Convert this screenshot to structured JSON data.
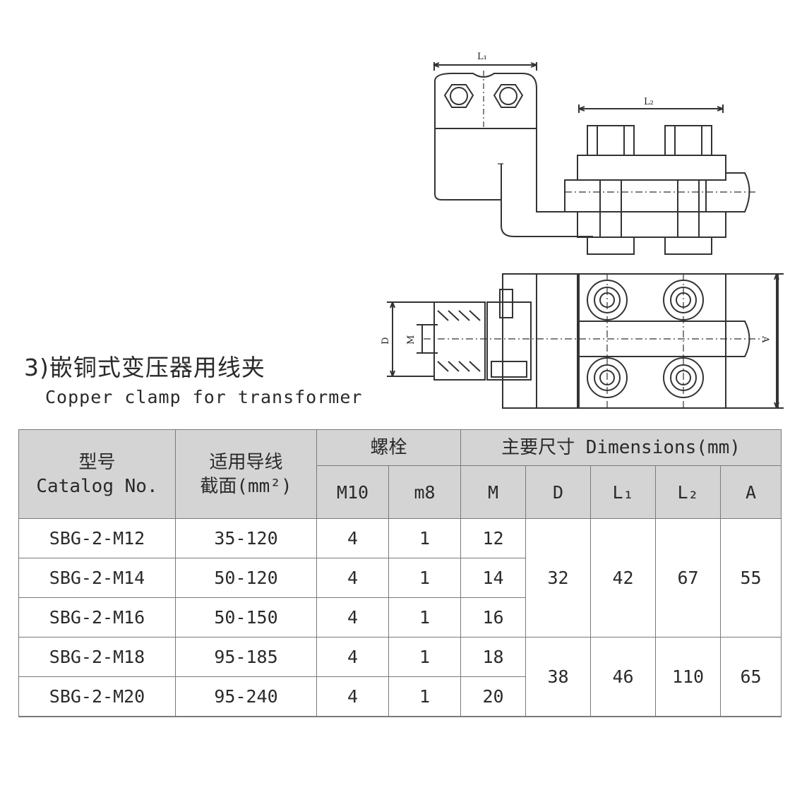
{
  "title_cn": "3)嵌铜式变压器用线夹",
  "title_en": "Copper clamp for transformer",
  "drawing": {
    "labels": {
      "L1": "L₁",
      "L2": "L₂",
      "D": "D",
      "M": "M",
      "A": "A"
    }
  },
  "table": {
    "headers": {
      "catalog_cn": "型号",
      "catalog_en": "Catalog No.",
      "section_cn": "适用导线",
      "section_cn2": "截面(mm²)",
      "bolt": "螺栓",
      "dims": "主要尺寸 Dimensions(mm)",
      "M10": "M10",
      "m8": "m8",
      "M": "M",
      "D": "D",
      "L1": "L₁",
      "L2": "L₂",
      "A": "A"
    },
    "rows": [
      {
        "catalog": "SBG-2-M12",
        "section": "35-120",
        "m10": "4",
        "m8": "1",
        "m": "12"
      },
      {
        "catalog": "SBG-2-M14",
        "section": "50-120",
        "m10": "4",
        "m8": "1",
        "m": "14"
      },
      {
        "catalog": "SBG-2-M16",
        "section": "50-150",
        "m10": "4",
        "m8": "1",
        "m": "16"
      },
      {
        "catalog": "SBG-2-M18",
        "section": "95-185",
        "m10": "4",
        "m8": "1",
        "m": "18"
      },
      {
        "catalog": "SBG-2-M20",
        "section": "95-240",
        "m10": "4",
        "m8": "1",
        "m": "20"
      }
    ],
    "groups": [
      {
        "D": "32",
        "L1": "42",
        "L2": "67",
        "A": "55"
      },
      {
        "D": "38",
        "L1": "46",
        "L2": "110",
        "A": "65"
      }
    ]
  }
}
